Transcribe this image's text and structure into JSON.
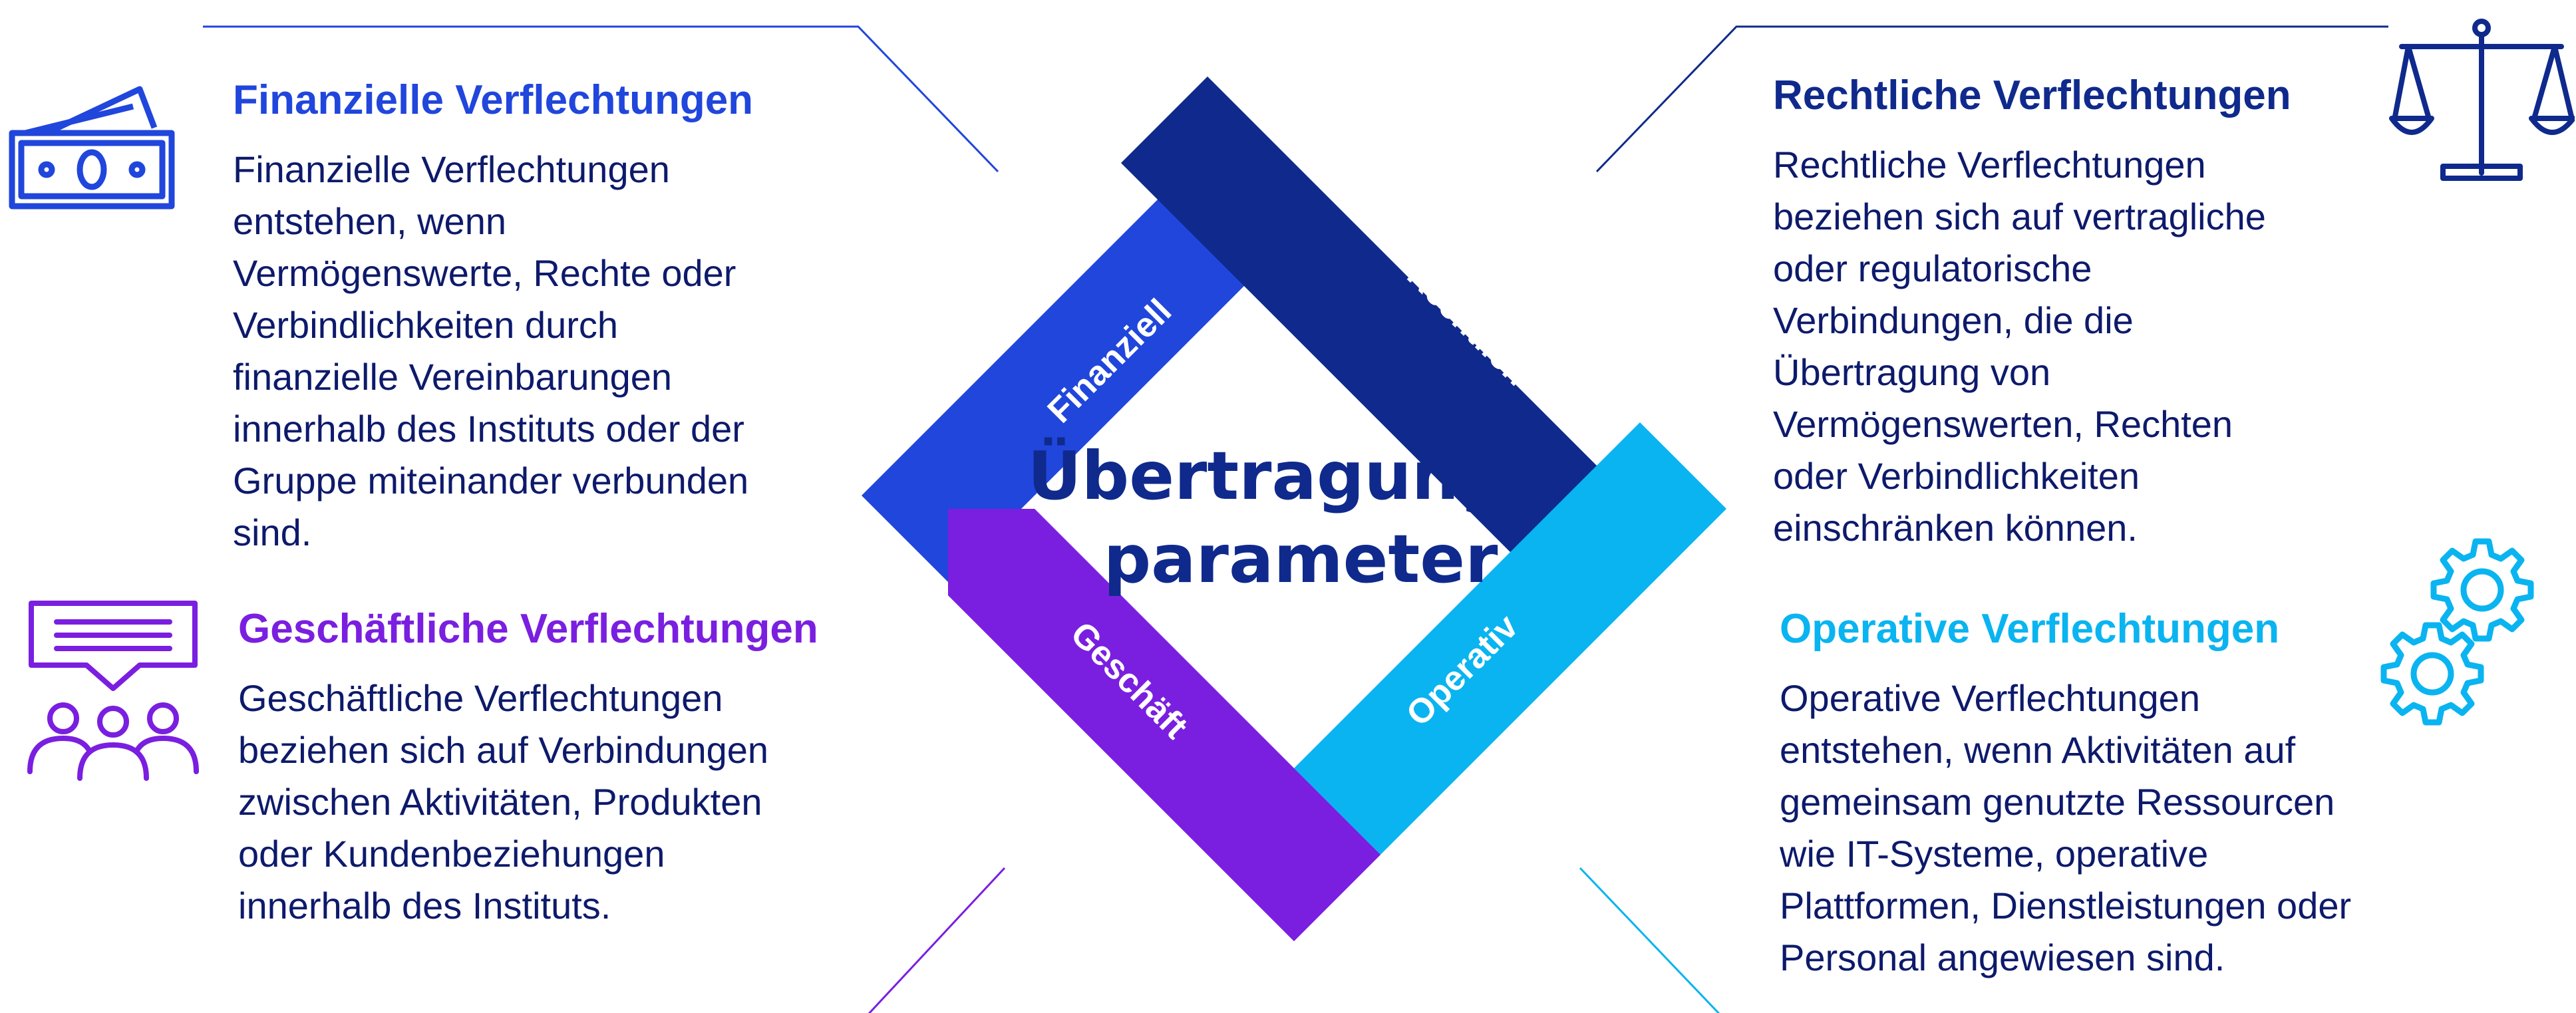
{
  "center": {
    "title_line1": "Übertragungs-",
    "title_line2": "parameter"
  },
  "segments": {
    "finanziell": "Finanziell",
    "rechtlich": "Rechtlich",
    "geschaeft": "Geschäft",
    "operativ": "Operativ"
  },
  "blocks": {
    "financial": {
      "title": "Finanzielle Verflechtungen",
      "lines": [
        "Finanzielle Verflechtungen",
        "entstehen, wenn",
        "Vermögenswerte, Rechte oder",
        "Verbindlichkeiten durch",
        "finanzielle Vereinbarungen",
        "innerhalb des Instituts oder der",
        "Gruppe miteinander verbunden",
        "sind."
      ]
    },
    "legal": {
      "title": "Rechtliche Verflechtungen",
      "lines": [
        "Rechtliche Verflechtungen",
        "beziehen sich auf vertragliche",
        "oder regulatorische",
        "Verbindungen, die die",
        "Übertragung von",
        "Vermögenswerten, Rechten",
        "oder Verbindlichkeiten",
        "einschränken können."
      ]
    },
    "business": {
      "title": "Geschäftliche Verflechtungen",
      "lines": [
        "Geschäftliche Verflechtungen",
        "beziehen sich auf Verbindungen",
        "zwischen Aktivitäten, Produkten",
        "oder Kundenbeziehungen",
        "innerhalb des Instituts."
      ]
    },
    "operational": {
      "title": "Operative Verflechtungen",
      "lines": [
        "Operative Verflechtungen",
        "entstehen, wenn Aktivitäten auf",
        "gemeinsam genutzte Ressourcen",
        "wie IT-Systeme, operative",
        "Plattformen, Dienstleistungen oder",
        "Personal angewiesen sind."
      ]
    }
  },
  "colors": {
    "financial": "#2046dc",
    "legal": "#0f2a8c",
    "business": "#7a1fe0",
    "operational": "#0ab4f0",
    "text": "#0d1a6b"
  },
  "icons": {
    "financial": "banknotes-icon",
    "legal": "scales-icon",
    "business": "chat-people-icon",
    "operational": "gears-icon"
  }
}
